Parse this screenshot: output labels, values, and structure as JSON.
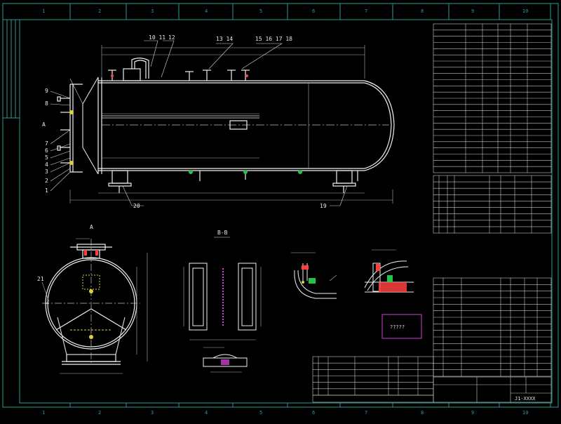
{
  "colors": {
    "background": "#000000",
    "frame": "#2a9d8f",
    "table": "#c8c8c8",
    "vessel": "#f0f0f0",
    "leader": "#d8d8d8",
    "dimension": "#b0b0b0",
    "weld_mark": "#27c24c",
    "nozzle_accent": "#ff4040",
    "marker": "#e0d040",
    "stamp_box": "#d040d0"
  },
  "frame": {
    "top_zones": [
      "1",
      "2",
      "3",
      "4",
      "5",
      "6",
      "7",
      "8",
      "9",
      "10"
    ],
    "bottom_zones": [
      "1",
      "2",
      "3",
      "4",
      "5",
      "6",
      "7",
      "8",
      "9",
      "10"
    ]
  },
  "main_view": {
    "item_callouts_top": [
      "10 11",
      "12",
      "13 14",
      "15 16 17 18"
    ],
    "item_callouts_left": [
      "9",
      "8",
      "7",
      "6",
      "5",
      "4",
      "3",
      "2",
      "1"
    ],
    "item_callouts_bottom": [
      "20",
      "19"
    ],
    "section_marker": "A"
  },
  "side_view": {
    "label": "A",
    "callout": "21"
  },
  "section_view": {
    "title": "B-B"
  },
  "detail_views": {
    "stamp_box_label": "?????"
  },
  "drawing_number": "J1-XXXX"
}
